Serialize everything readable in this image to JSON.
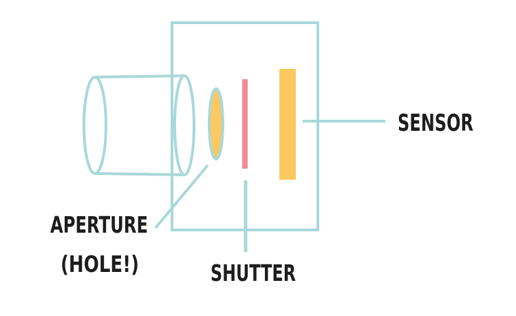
{
  "labels": {
    "sensor": "SENSOR",
    "aperture_line1": "APERTURE",
    "aperture_line2": "(HOLE!)",
    "shutter": "SHUTTER"
  },
  "colors": {
    "outline": "#a9d8d9",
    "shutter": "#f28c96",
    "sensor": "#fcc860",
    "aperture_fill": "#fcc860",
    "text": "#1d1d1d",
    "background": "#ffffff"
  }
}
